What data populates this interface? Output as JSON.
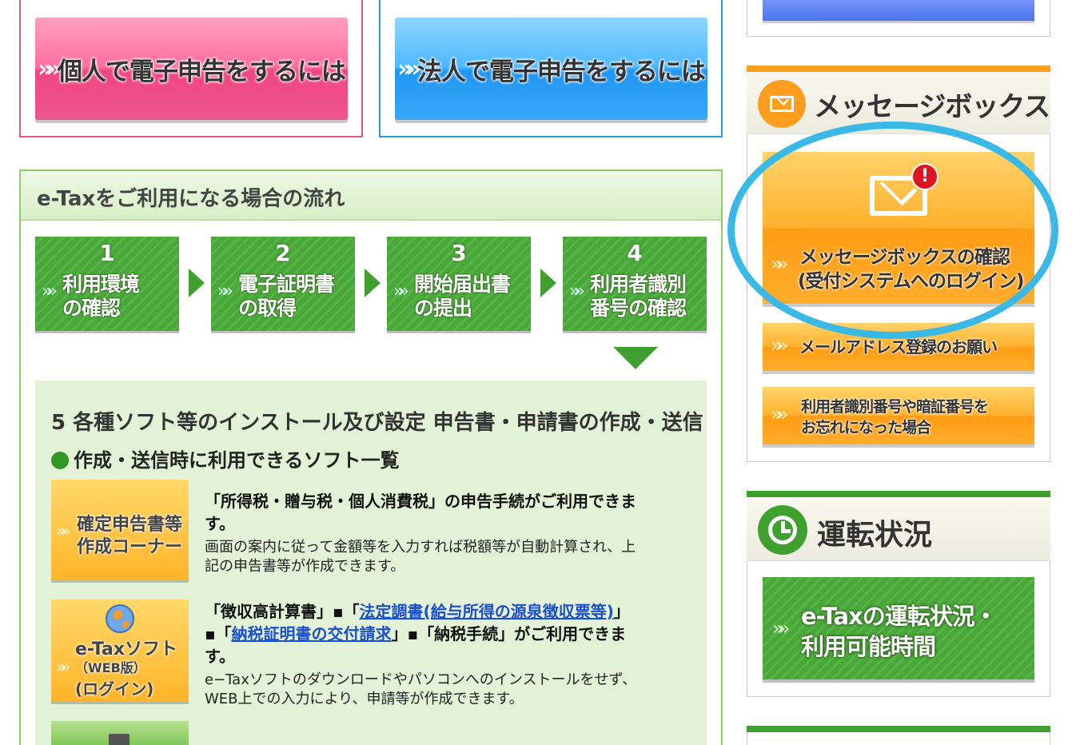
{
  "entries": {
    "individual_label": "個人で電子申告をするには",
    "corporate_label": "法人で電子申告をするには"
  },
  "flow": {
    "heading": "e-Taxをご利用になる場合の流れ",
    "steps": [
      {
        "num": "1",
        "line1": "利用環境",
        "line2": "の確認"
      },
      {
        "num": "2",
        "line1": "電子証明書",
        "line2": "の取得"
      },
      {
        "num": "3",
        "line1": "開始届出書",
        "line2": "の提出"
      },
      {
        "num": "4",
        "line1": "利用者識別",
        "line2": "番号の確認"
      }
    ],
    "step5_title": "5 各種ソフト等のインストール及び設定  申告書・申請書の作成・送信",
    "software_list_heading": "作成・送信時に利用できるソフト一覧",
    "software": [
      {
        "button_line1": "確定申告書等",
        "button_line2": "作成コーナー",
        "desc_bold_1": "「所得税・贈与税・個人消費税」の申告手続がご利用できま",
        "desc_bold_2": "す。",
        "desc_1": "画面の案内に従って金額等を入力すれば税額等が自動計算され、上",
        "desc_2": "記の申告書等が作成できます。"
      },
      {
        "button_line1": "e-Taxソフト",
        "button_line2": "（WEB版）",
        "button_line3": "(ログイン)",
        "bold_a": "「徴収高計算書」▪「",
        "link_a": "法定調書(給与所得の源泉徴収票等)",
        "bold_b": "」",
        "bold_c": "▪「",
        "link_b": "納税証明書の交付請求",
        "bold_d": "」▪「納税手続」がご利用できま",
        "bold_e": "す。",
        "desc_1": "e−Taxソフトのダウンロードやパソコンへのインストールをせず、",
        "desc_2": "WEB上での入力により、申請等が作成できます。"
      }
    ]
  },
  "sidebar": {
    "message_box": {
      "title": "メッセージボックス",
      "check_line1": "メッセージボックスの確認",
      "check_line2": "(受付システムへのログイン)",
      "email_request": "メールアドレス登録のお願い",
      "forgot_line1": "利用者識別番号や暗証番号を",
      "forgot_line2": "お忘れになった場合"
    },
    "status": {
      "title": "運転状況",
      "button_line1": "e-Taxの運転状況・",
      "button_line2": "利用可能時間"
    }
  },
  "colors": {
    "pink": "#f0568e",
    "blue": "#2196f0",
    "green": "#3fa02f",
    "orange": "#ffa626",
    "highlight": "#3bb9e6"
  }
}
